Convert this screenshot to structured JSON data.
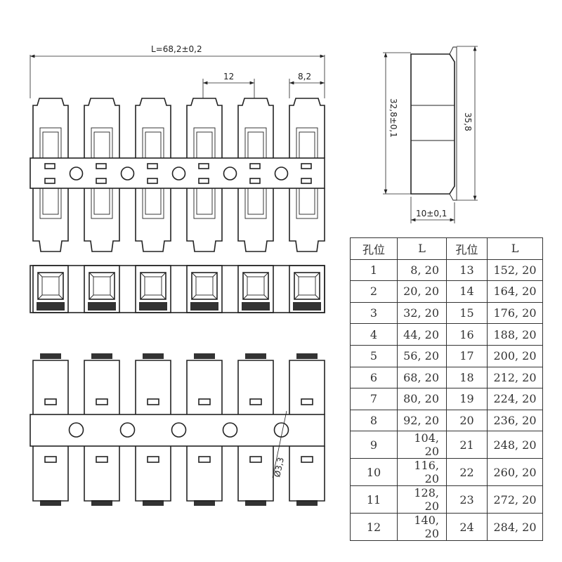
{
  "dimensions": {
    "overall_length": "L=68,2±0,2",
    "pitch": "12",
    "end_width": "8,2",
    "body_height": "32,8±0,1",
    "total_height": "35,8",
    "depth": "10±0,1",
    "hole_diameter": "Ø3,3"
  },
  "positions_count": 6,
  "table": {
    "headers": [
      "孔位",
      "L",
      "孔位",
      "L"
    ],
    "rows": [
      [
        "1",
        "8, 20",
        "13",
        "152, 20"
      ],
      [
        "2",
        "20, 20",
        "14",
        "164, 20"
      ],
      [
        "3",
        "32, 20",
        "15",
        "176, 20"
      ],
      [
        "4",
        "44, 20",
        "16",
        "188, 20"
      ],
      [
        "5",
        "56, 20",
        "17",
        "200, 20"
      ],
      [
        "6",
        "68, 20",
        "18",
        "212, 20"
      ],
      [
        "7",
        "80, 20",
        "19",
        "224, 20"
      ],
      [
        "8",
        "92, 20",
        "20",
        "236, 20"
      ],
      [
        "9",
        "104, 20",
        "21",
        "248, 20"
      ],
      [
        "10",
        "116, 20",
        "22",
        "260, 20"
      ],
      [
        "11",
        "128, 20",
        "23",
        "272, 20"
      ],
      [
        "12",
        "140, 20",
        "24",
        "284, 20"
      ]
    ]
  }
}
